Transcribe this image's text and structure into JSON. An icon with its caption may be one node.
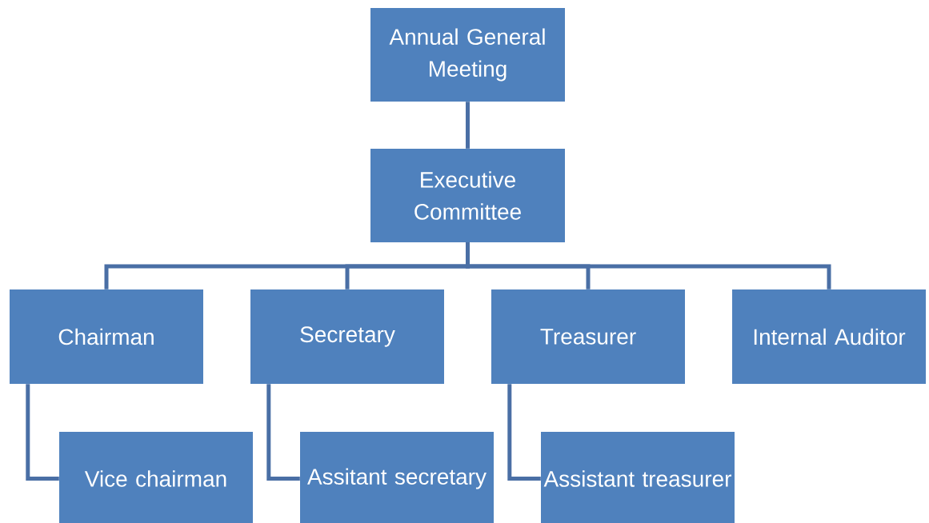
{
  "diagram": {
    "nodes": [
      {
        "text": [
          "Annual General Meeting"
        ]
      },
      {
        "text": [
          "Executive Committee"
        ]
      },
      {
        "text": [
          "Chairman"
        ]
      },
      {
        "text": [
          "Secretary"
        ]
      },
      {
        "text": [
          "Treasurer"
        ]
      },
      {
        "text": [
          "Internal Auditor"
        ]
      },
      {
        "text": [
          "Vice chairman"
        ]
      },
      {
        "text": [
          "Assitant secretary"
        ]
      },
      {
        "text": [
          "Assistant treasurer"
        ]
      }
    ],
    "edges": [
      {
        "from": 0,
        "to": 1,
        "arrow": "none"
      },
      {
        "from": 1,
        "to": 2,
        "arrow": "none"
      },
      {
        "from": 1,
        "to": 3,
        "arrow": "none"
      },
      {
        "from": 1,
        "to": 4,
        "arrow": "none"
      },
      {
        "from": 1,
        "to": 5,
        "arrow": "none"
      },
      {
        "from": 2,
        "to": 6,
        "arrow": "none"
      },
      {
        "from": 3,
        "to": 7,
        "arrow": "none"
      },
      {
        "from": 4,
        "to": 8,
        "arrow": "none"
      }
    ]
  }
}
